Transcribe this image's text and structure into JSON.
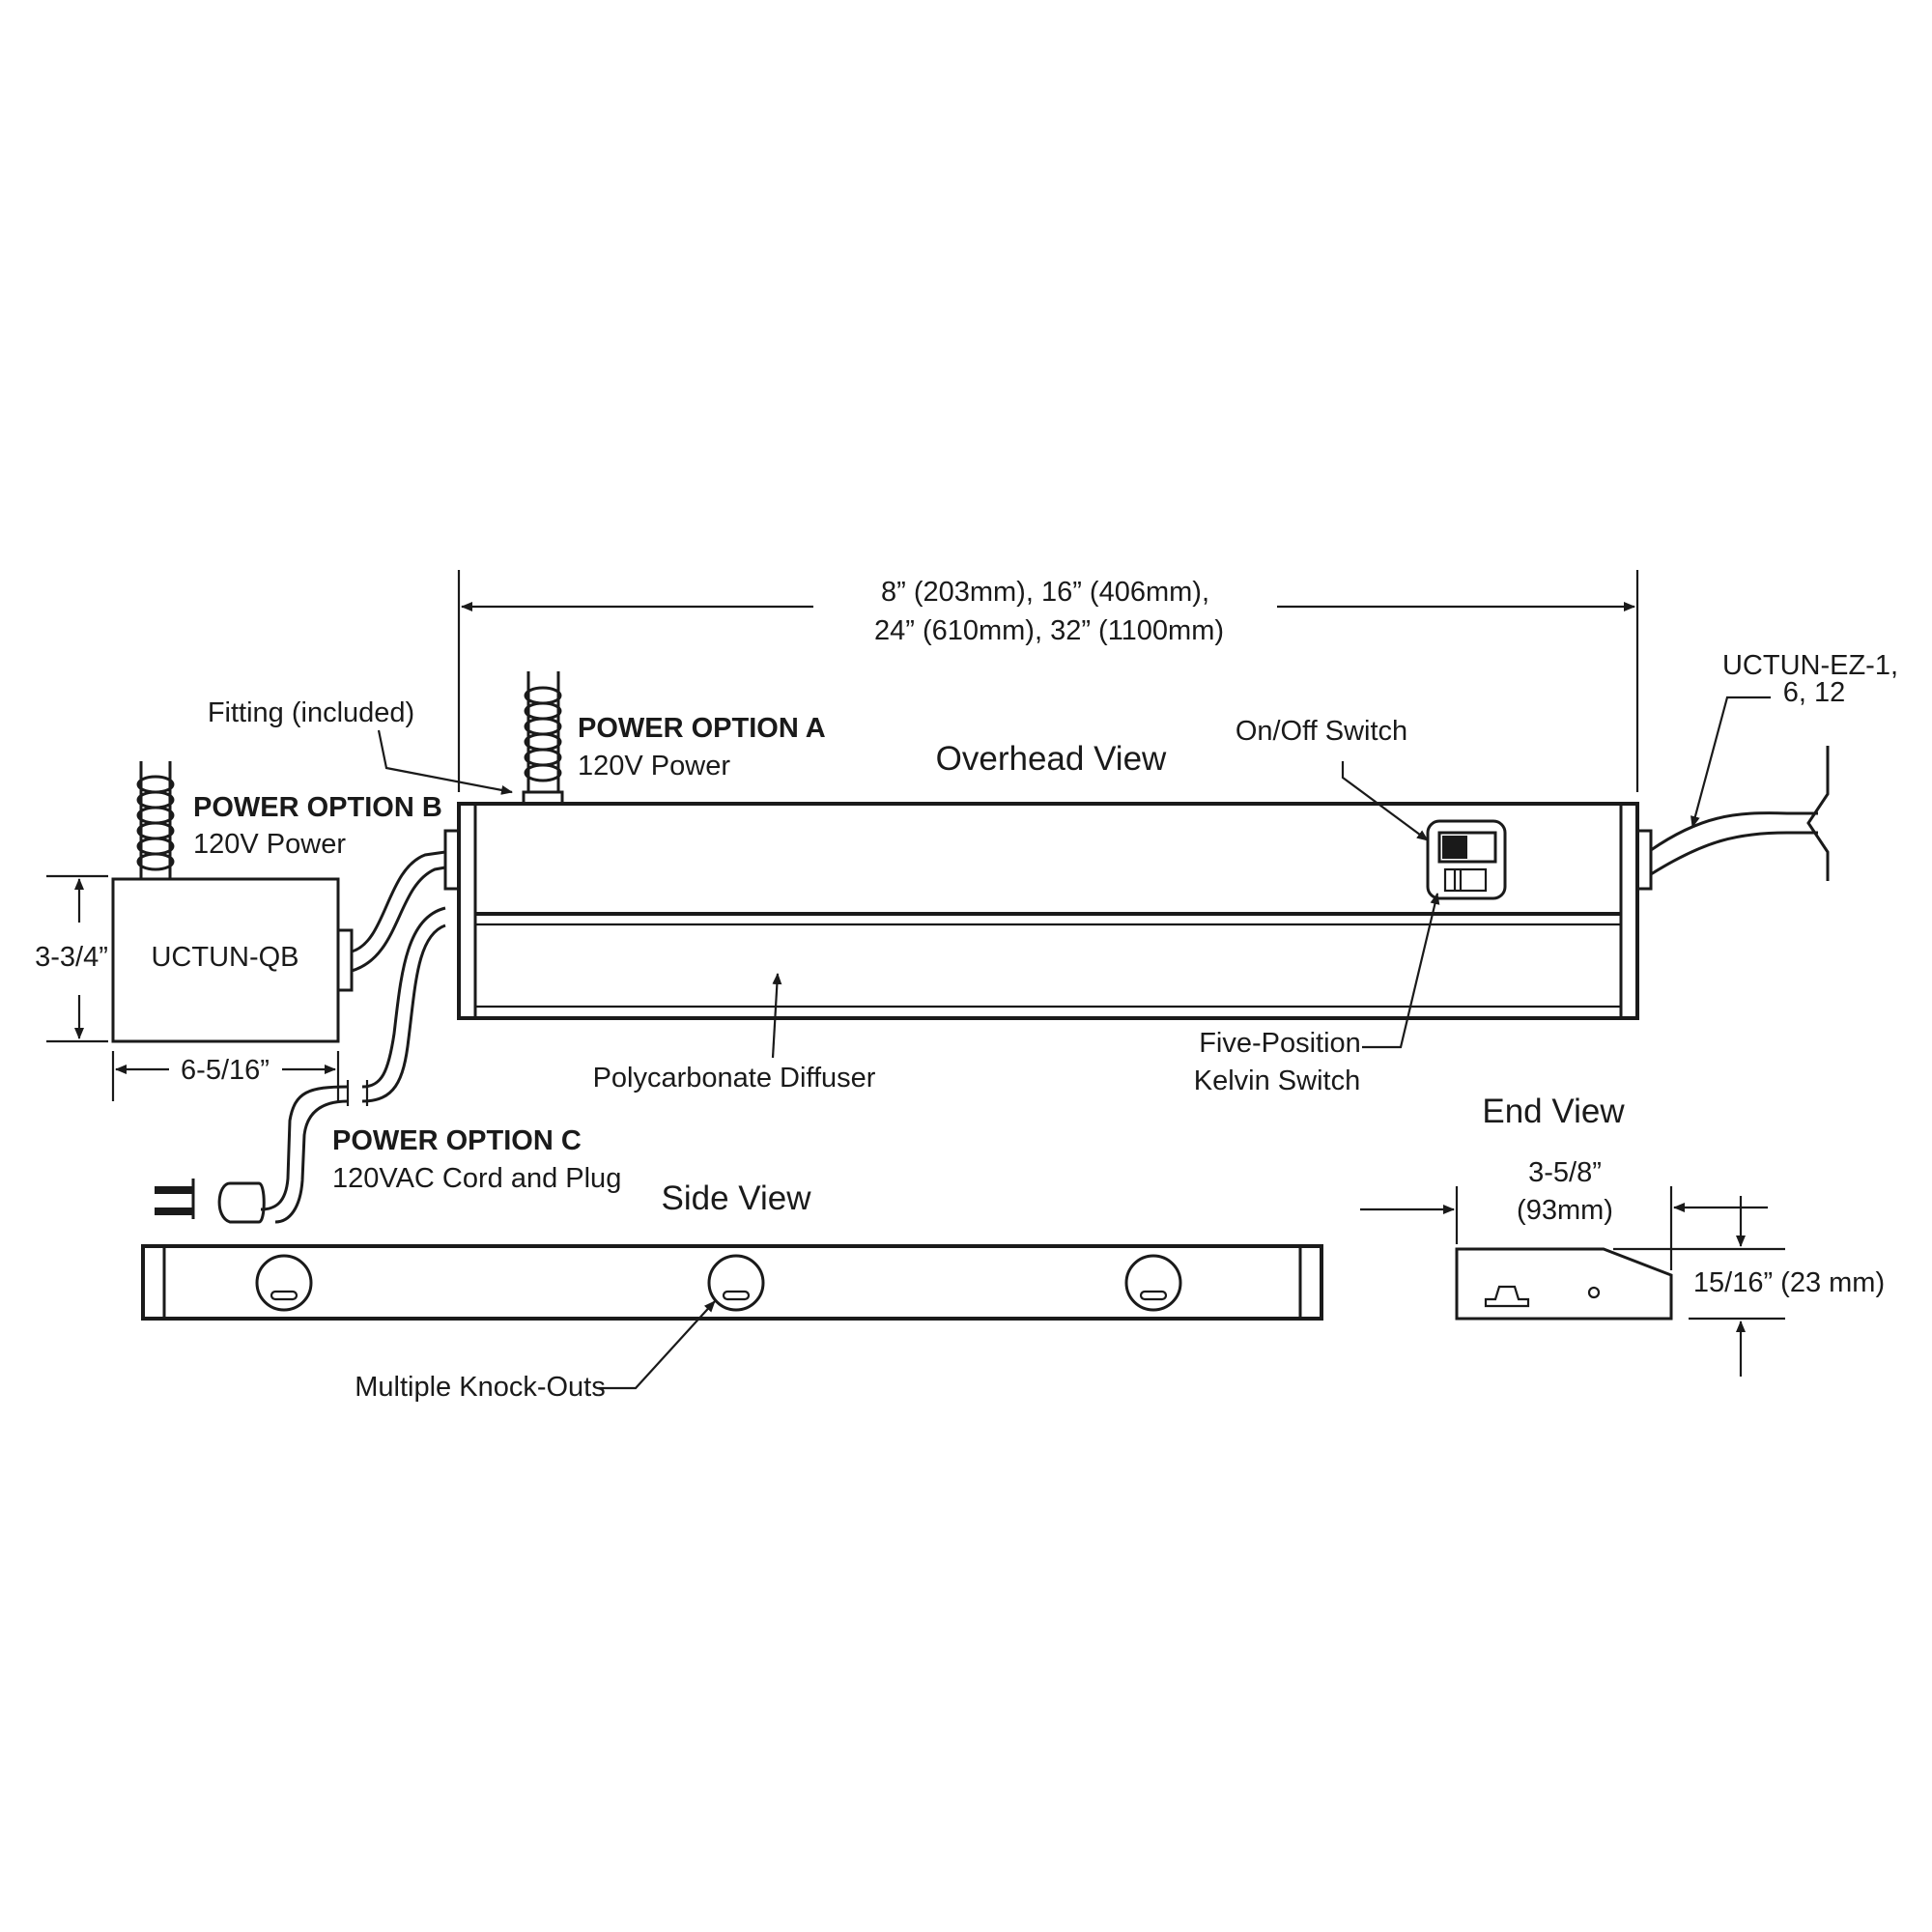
{
  "labels": {
    "length_line1": "8” (203mm), 16” (406mm),",
    "length_line2": "24” (610mm), 32” (1100mm)",
    "fitting": "Fitting (included)",
    "power_a_title": "POWER OPTION A",
    "power_a_sub": "120V Power",
    "power_b_title": "POWER OPTION B",
    "power_b_sub": "120V Power",
    "power_c_title": "POWER OPTION C",
    "power_c_sub": "120VAC Cord and Plug",
    "overhead_view": "Overhead View",
    "on_off_switch": "On/Off Switch",
    "ez_line1": "UCTUN-EZ-1,",
    "ez_line2": "6, 12",
    "box_height": "3-3/4”",
    "box_name": "UCTUN-QB",
    "box_width": "6-5/16”",
    "diffuser": "Polycarbonate Diffuser",
    "kelvin_line1": "Five-Position",
    "kelvin_line2": "Kelvin Switch",
    "end_view": "End View",
    "end_width_line1": "3-5/8”",
    "end_width_line2": "(93mm)",
    "end_height": "15/16” (23 mm)",
    "side_view": "Side View",
    "knockouts": "Multiple Knock-Outs"
  }
}
